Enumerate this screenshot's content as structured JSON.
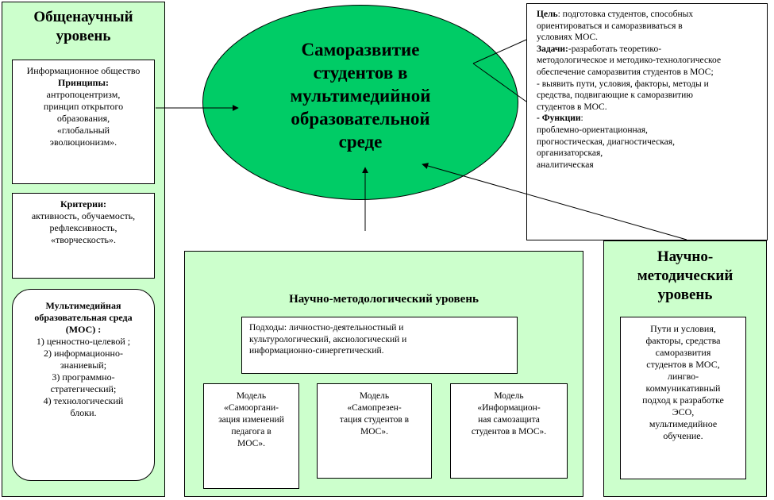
{
  "general_level": {
    "title": [
      "Общенаучный",
      "уровень"
    ],
    "info_box": {
      "text": "Информационное общество",
      "principles_label": "Принципы:",
      "principles": [
        "антропоцентризм,",
        "принцип открытого",
        "образования,",
        "«глобальный",
        "эволюционизм»."
      ]
    },
    "criteria_box": {
      "label": "Критерии:",
      "lines": [
        "активность, обучаемость,",
        "рефлексивность,",
        "«творческость»."
      ]
    },
    "mos_box": {
      "title_lines": [
        "Мультимедийная",
        "образовательная среда",
        "(МОС) :"
      ],
      "lines": [
        "1) ценностно-целевой ;",
        "2) информационно-",
        "знаниевый;",
        "3) программно-",
        "стратегический;",
        "4) технологический",
        "блоки."
      ]
    }
  },
  "central": {
    "lines": [
      "Саморазвитие",
      "студентов в",
      "мультимедийной",
      "образовательной",
      "среде"
    ]
  },
  "goals_box": {
    "goal_label": "Цель",
    "goal_lines": [
      ": подготовка     студентов, способных",
      "ориентироваться  и саморазвиваться    в",
      "условиях МОС."
    ],
    "tasks_label": "Задачи:",
    "tasks_lines": [
      "-разработать теоретико-",
      "методологическое и методико-технологическое",
      "обеспечение саморазвития студентов  в МОС;",
      "-  выявить пути, условия, факторы,  методы и",
      "средства, подвигающие к саморазвитию",
      "студентов  в МОС."
    ],
    "functions_label": "- Функции",
    "functions_colon": ":",
    "functions_lines": [
      "проблемно-ориентационная,",
      "прогностическая,  диагностическая,",
      "организаторская,",
      "аналитическая"
    ]
  },
  "methodological_level": {
    "title": "Научно-методологический уровень",
    "approaches": [
      "Подходы: личностно-деятельностный и",
      "культурологический,  аксиологический и",
      "информационно-синергетический."
    ],
    "models": [
      {
        "lines": [
          "Модель",
          "«Самооргани-",
          "зация изменений",
          "педагога в",
          "МОС»."
        ]
      },
      {
        "lines": [
          "Модель",
          "«Самопрезен-",
          "тация студентов  в",
          "МОС»."
        ]
      },
      {
        "lines": [
          "Модель",
          "«Информацион-",
          "ная самозащита",
          "студентов в МОС»."
        ]
      }
    ]
  },
  "methodical_level": {
    "title": [
      "Научно-",
      "методический",
      "уровень"
    ],
    "lines": [
      "Пути и условия,",
      "факторы, средства",
      "саморазвития",
      "студентов в МОС,",
      "лингво-",
      "коммуникативный",
      "подход к разработке",
      "ЭСО,",
      "мультимедийное",
      "обучение."
    ]
  },
  "colors": {
    "panel_green": "#ccffcc",
    "ellipse_green": "#00cc66",
    "border": "#000000"
  }
}
